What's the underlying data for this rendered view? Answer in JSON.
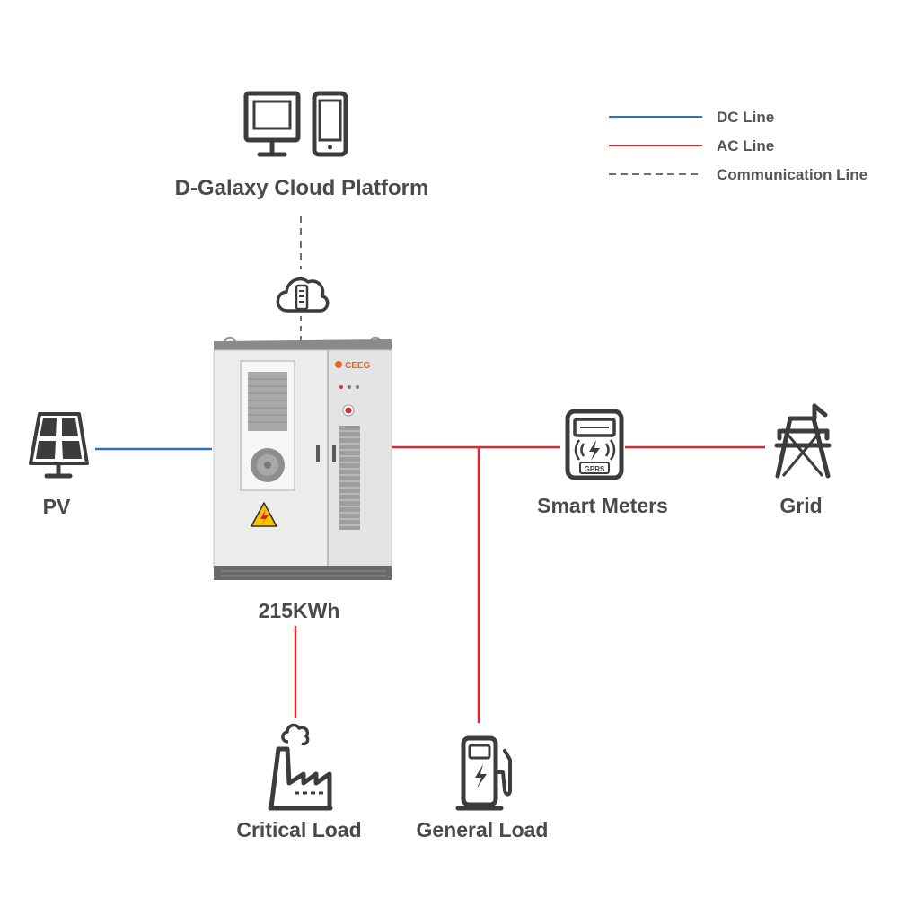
{
  "legend": {
    "dc_label": "DC Line",
    "ac_label": "AC Line",
    "comm_label": "Communication Line"
  },
  "colors": {
    "dc_line": "#2f6fd0",
    "ac_line": "#e0282e",
    "comm_line": "#707070",
    "icon_stroke": "#3c3c3c",
    "label_text": "#4a4a4a",
    "brand": "#e8622a"
  },
  "nodes": {
    "cloud_platform": "D-Galaxy Cloud Platform",
    "pv": "PV",
    "storage": "215KWh",
    "smart_meters": "Smart Meters",
    "grid": "Grid",
    "critical_load": "Critical Load",
    "general_load": "General Load"
  },
  "cabinet": {
    "brand": "CEEG"
  },
  "meter": {
    "tag": "GPRS"
  }
}
